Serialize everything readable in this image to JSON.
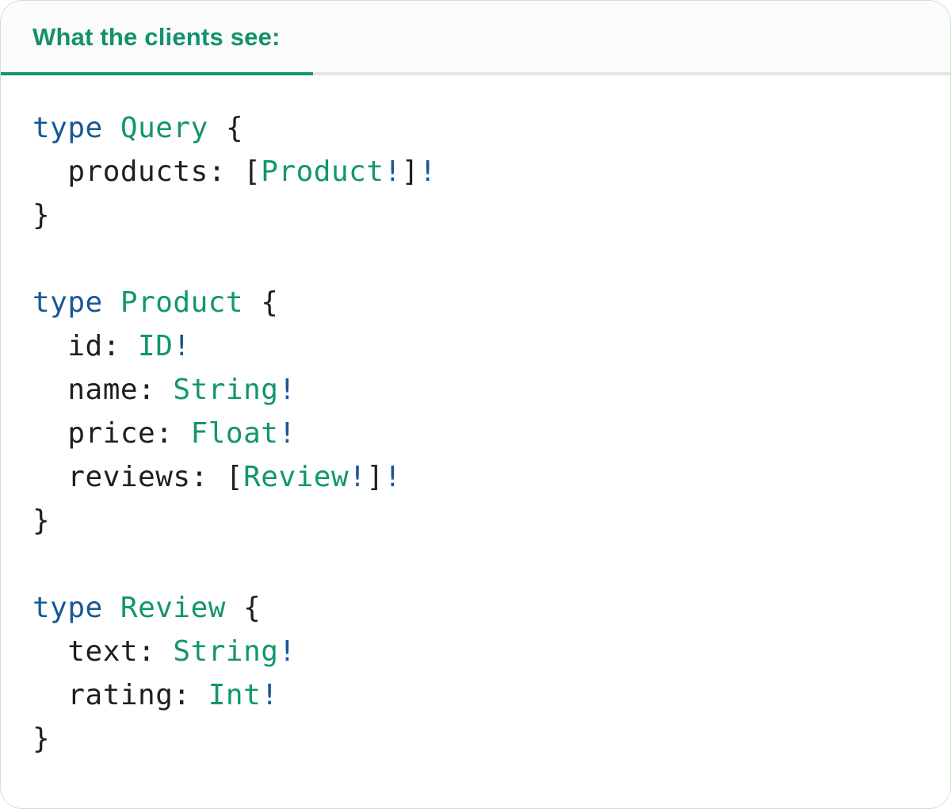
{
  "panel": {
    "tab_label": "What the clients see:"
  },
  "colors": {
    "tab_text": "#13916c",
    "tab_underline": "#12976f",
    "divider": "#e4e5e4",
    "card_border": "#cfe0d2",
    "header_bg": "#fbfbfb",
    "code_keyword": "#1a5796",
    "code_type": "#12966e",
    "code_text": "#1d201f",
    "code_bang": "#1a5796"
  },
  "code": {
    "language": "graphql",
    "lines": [
      [
        [
          "kw",
          "type"
        ],
        [
          "pl",
          " "
        ],
        [
          "ty",
          "Query"
        ],
        [
          "pl",
          " {"
        ]
      ],
      [
        [
          "pl",
          "  products: ["
        ],
        [
          "ty",
          "Product"
        ],
        [
          "bg",
          "!"
        ],
        [
          "pl",
          "]"
        ],
        [
          "bg",
          "!"
        ]
      ],
      [
        [
          "pl",
          "}"
        ]
      ],
      [],
      [
        [
          "kw",
          "type"
        ],
        [
          "pl",
          " "
        ],
        [
          "ty",
          "Product"
        ],
        [
          "pl",
          " {"
        ]
      ],
      [
        [
          "pl",
          "  id: "
        ],
        [
          "ty",
          "ID"
        ],
        [
          "bg",
          "!"
        ]
      ],
      [
        [
          "pl",
          "  name: "
        ],
        [
          "ty",
          "String"
        ],
        [
          "bg",
          "!"
        ]
      ],
      [
        [
          "pl",
          "  price: "
        ],
        [
          "ty",
          "Float"
        ],
        [
          "bg",
          "!"
        ]
      ],
      [
        [
          "pl",
          "  reviews: ["
        ],
        [
          "ty",
          "Review"
        ],
        [
          "bg",
          "!"
        ],
        [
          "pl",
          "]"
        ],
        [
          "bg",
          "!"
        ]
      ],
      [
        [
          "pl",
          "}"
        ]
      ],
      [],
      [
        [
          "kw",
          "type"
        ],
        [
          "pl",
          " "
        ],
        [
          "ty",
          "Review"
        ],
        [
          "pl",
          " {"
        ]
      ],
      [
        [
          "pl",
          "  text: "
        ],
        [
          "ty",
          "String"
        ],
        [
          "bg",
          "!"
        ]
      ],
      [
        [
          "pl",
          "  rating: "
        ],
        [
          "ty",
          "Int"
        ],
        [
          "bg",
          "!"
        ]
      ],
      [
        [
          "pl",
          "}"
        ]
      ]
    ]
  }
}
